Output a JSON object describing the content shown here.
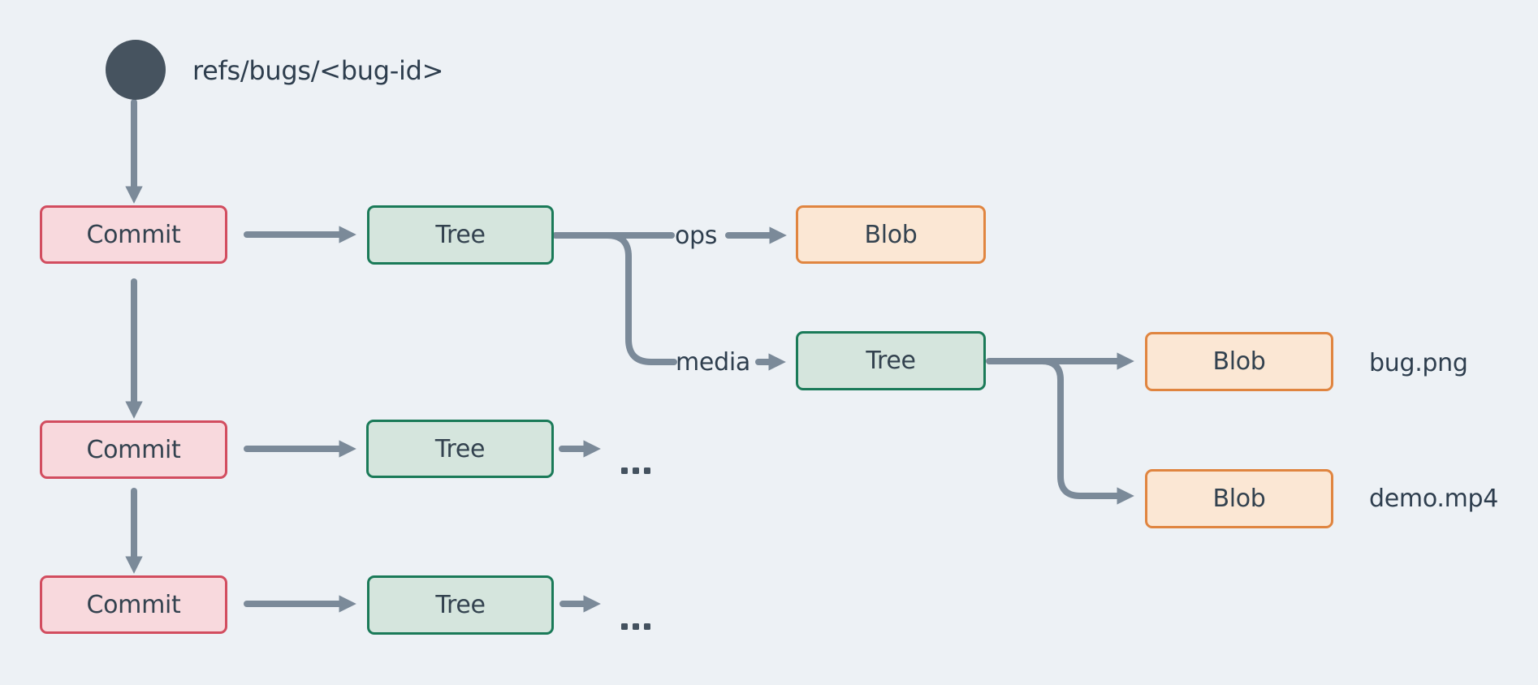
{
  "colors": {
    "background": "#edf1f5",
    "arrow": "#7b8a99",
    "text": "#2e3e4e",
    "ref_circle": "#46535f",
    "commit_fill": "#f8d9dd",
    "commit_border": "#d24d5f",
    "tree_fill": "#d5e5dd",
    "tree_border": "#1a7a58",
    "blob_fill": "#fbe7d4",
    "blob_border": "#e08540"
  },
  "ref": {
    "label": "refs/bugs/<bug-id>"
  },
  "nodes": {
    "commit1": {
      "label": "Commit"
    },
    "commit2": {
      "label": "Commit"
    },
    "commit3": {
      "label": "Commit"
    },
    "tree1": {
      "label": "Tree"
    },
    "tree2": {
      "label": "Tree"
    },
    "tree3": {
      "label": "Tree"
    },
    "tree_media": {
      "label": "Tree"
    },
    "blob_ops": {
      "label": "Blob"
    },
    "blob_bug": {
      "label": "Blob",
      "file": "bug.png"
    },
    "blob_demo": {
      "label": "Blob",
      "file": "demo.mp4"
    }
  },
  "edges": {
    "ops_label": "ops",
    "media_label": "media"
  },
  "ellipsis": {
    "row2": "...",
    "row3": "..."
  }
}
